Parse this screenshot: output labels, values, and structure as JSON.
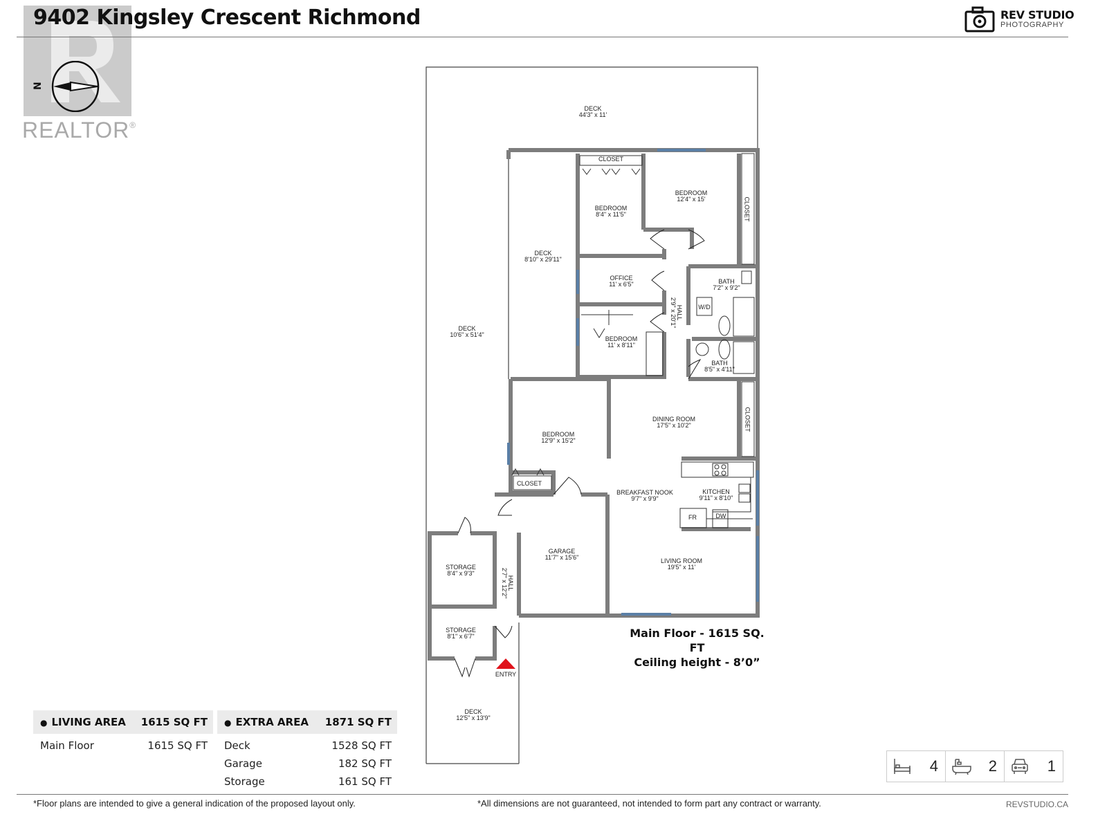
{
  "header": {
    "title": "9402 Kingsley Crescent Richmond",
    "brand_name": "REV STUDIO",
    "brand_sub": "PHOTOGRAPHY"
  },
  "watermark": {
    "text": "REALTOR",
    "mark": "®"
  },
  "compass": {
    "label": "N"
  },
  "floorplan": {
    "rooms": [
      {
        "name": "DECK",
        "dims": "44'3\" x 11'"
      },
      {
        "name": "DECK",
        "dims": "10'6\" x 51'4\""
      },
      {
        "name": "DECK",
        "dims": "8'10\" x 29'11\""
      },
      {
        "name": "CLOSET",
        "dims": ""
      },
      {
        "name": "BEDROOM",
        "dims": "8'4\" x 11'5\""
      },
      {
        "name": "BEDROOM",
        "dims": "12'4\" x 15'"
      },
      {
        "name": "CLOSET",
        "dims": ""
      },
      {
        "name": "OFFICE",
        "dims": "11' x 6'5\""
      },
      {
        "name": "HALL",
        "dims": "2'9\" x 20'1\""
      },
      {
        "name": "BATH",
        "dims": "7'2\" x 9'2\""
      },
      {
        "name": "W/D",
        "dims": ""
      },
      {
        "name": "BEDROOM",
        "dims": "11' x 8'11\""
      },
      {
        "name": "BATH",
        "dims": "8'5\" x 4'11\""
      },
      {
        "name": "BEDROOM",
        "dims": "12'9\" x 15'2\""
      },
      {
        "name": "DINING ROOM",
        "dims": "17'5\" x 10'2\""
      },
      {
        "name": "CLOSET",
        "dims": ""
      },
      {
        "name": "CLOSET",
        "dims": ""
      },
      {
        "name": "BREAKFAST NOOK",
        "dims": "9'7\" x 9'9\""
      },
      {
        "name": "KITCHEN",
        "dims": "9'11\" x 8'10\""
      },
      {
        "name": "FR",
        "dims": ""
      },
      {
        "name": "DW",
        "dims": ""
      },
      {
        "name": "STORAGE",
        "dims": "8'4\" x 9'3\""
      },
      {
        "name": "HALL",
        "dims": "2'7\" x 12'2\""
      },
      {
        "name": "GARAGE",
        "dims": "11'7\" x 15'6\""
      },
      {
        "name": "LIVING ROOM",
        "dims": "19'5\" x 11'"
      },
      {
        "name": "STORAGE",
        "dims": "8'1\" x 6'7\""
      },
      {
        "name": "ENTRY",
        "dims": ""
      },
      {
        "name": "DECK",
        "dims": "12'5\" x 13'9\""
      }
    ],
    "caption_line1": "Main Floor - 1615 SQ. FT",
    "caption_line2": "Ceiling height - 8’0”",
    "entry_color": "#e0121b",
    "wall_color": "#7d7d7d",
    "window_color": "#5a7fa6"
  },
  "living_area": {
    "label": "LIVING AREA",
    "total": "1615 SQ FT",
    "rows": [
      {
        "label": "Main Floor",
        "value": "1615 SQ FT"
      }
    ]
  },
  "extra_area": {
    "label": "EXTRA AREA",
    "total": "1871 SQ FT",
    "rows": [
      {
        "label": "Deck",
        "value": "1528 SQ FT"
      },
      {
        "label": "Garage",
        "value": "182 SQ FT"
      },
      {
        "label": "Storage",
        "value": "161 SQ FT"
      }
    ]
  },
  "stats": {
    "bedrooms": "4",
    "bathrooms": "2",
    "parking": "1"
  },
  "footer": {
    "disclaimer_left": "*Floor plans are intended to give a general indication of the proposed layout only.",
    "disclaimer_right": "*All dimensions are not guaranteed, not intended to form part any contract or warranty.",
    "site": "REVSTUDIO.CA"
  }
}
